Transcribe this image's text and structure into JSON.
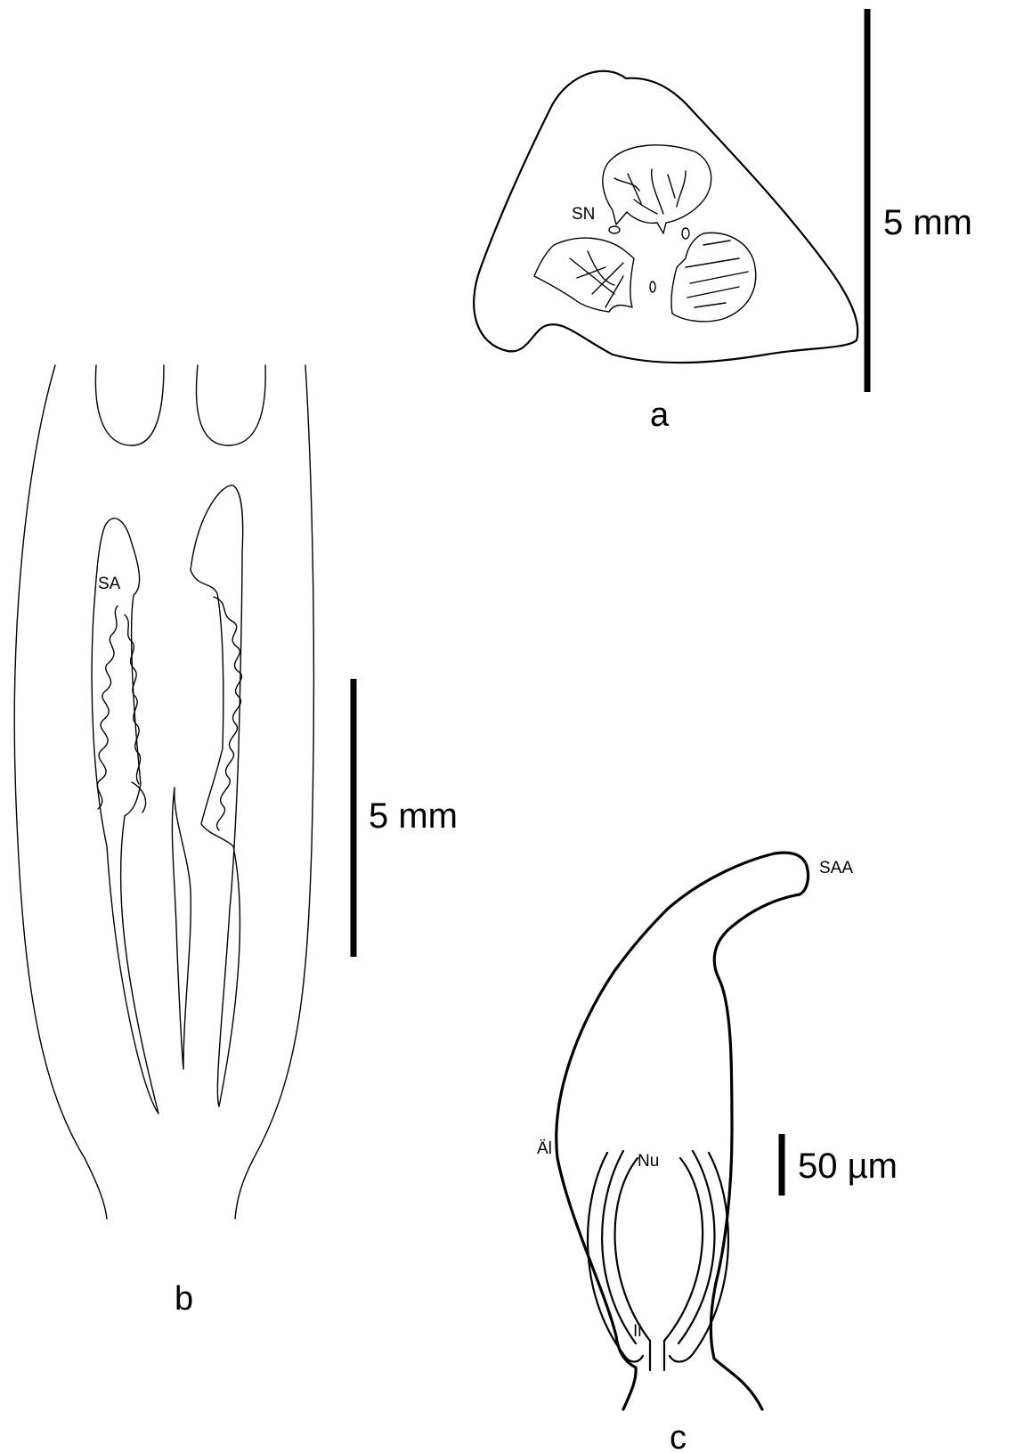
{
  "panels": {
    "a": {
      "label": "a",
      "scale_label": "5 mm",
      "annotations": {
        "sn": "SN"
      }
    },
    "b": {
      "label": "b",
      "scale_label": "5 mm",
      "annotations": {
        "sa": "SA"
      }
    },
    "c": {
      "label": "c",
      "scale_label": "50 µm",
      "annotations": {
        "saa": "SAA",
        "ai": "Äl",
        "nu": "Nu",
        "ii": "Il"
      }
    }
  }
}
